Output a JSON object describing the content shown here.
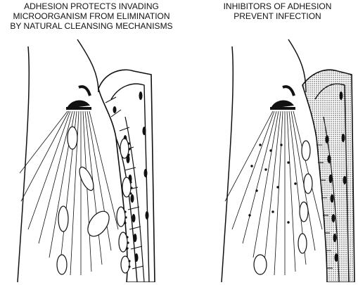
{
  "left_panel": {
    "title_lines": [
      "ADHESION PROTECTS INVADING",
      "MICROORGANISM FROM ELIMINATION",
      "BY NATURAL CLEANSING MECHANISMS"
    ]
  },
  "right_panel": {
    "title_lines": [
      "INHIBITORS OF ADHESION",
      "PREVENT INFECTION"
    ]
  },
  "colors": {
    "ink": "#111111",
    "paper": "#ffffff",
    "stipple": "#555555"
  }
}
